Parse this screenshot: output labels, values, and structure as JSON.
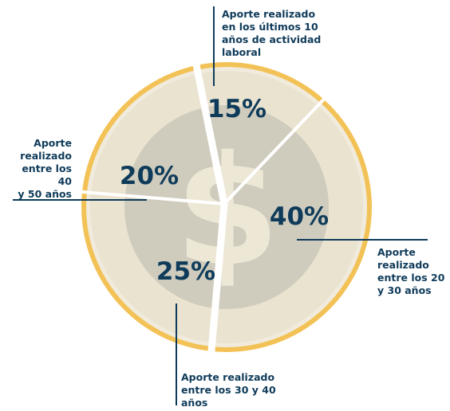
{
  "chart_data": {
    "type": "pie",
    "title": "",
    "center_symbol": "$",
    "colors": {
      "rim_outer": "#f3c257",
      "rim_inner": "#f0ebdd",
      "plate": "#e9e3cf",
      "inner_disc": "#cfcbbd",
      "symbol": "#ede7d5",
      "cut": "#ffffff",
      "text": "#0f3b5a"
    },
    "slices": [
      {
        "value": 15,
        "percent_label": "15%",
        "label": "Aporte realizado\nen  los últimos 10\naños de actividad\nlaboral"
      },
      {
        "value": 40,
        "percent_label": "40%",
        "label": "Aporte\nrealizado\nentre los 20\ny 30 años"
      },
      {
        "value": 25,
        "percent_label": "25%",
        "label": "Aporte realizado\nentre los 30 y 40\naños"
      },
      {
        "value": 20,
        "percent_label": "20%",
        "label": "Aporte\nrealizado\nentre los 40\ny 50 años"
      }
    ]
  }
}
